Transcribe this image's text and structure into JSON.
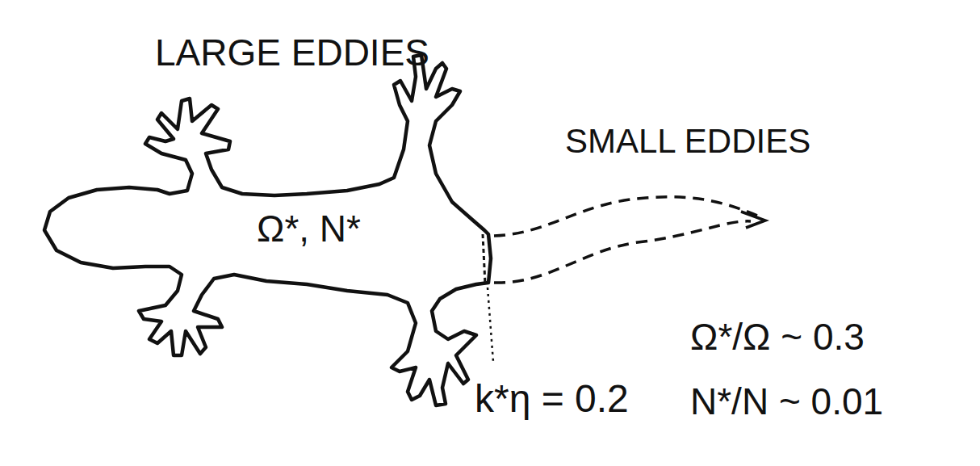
{
  "diagram": {
    "nodes": [
      {
        "text": [
          "Ω*, N*"
        ]
      }
    ],
    "labels": [
      "LARGE EDDIES",
      "SMALL EDDIES",
      "k*η = 0.2",
      "Ω*/Ω ~ 0.3",
      "N*/N ~ 0.01"
    ]
  }
}
